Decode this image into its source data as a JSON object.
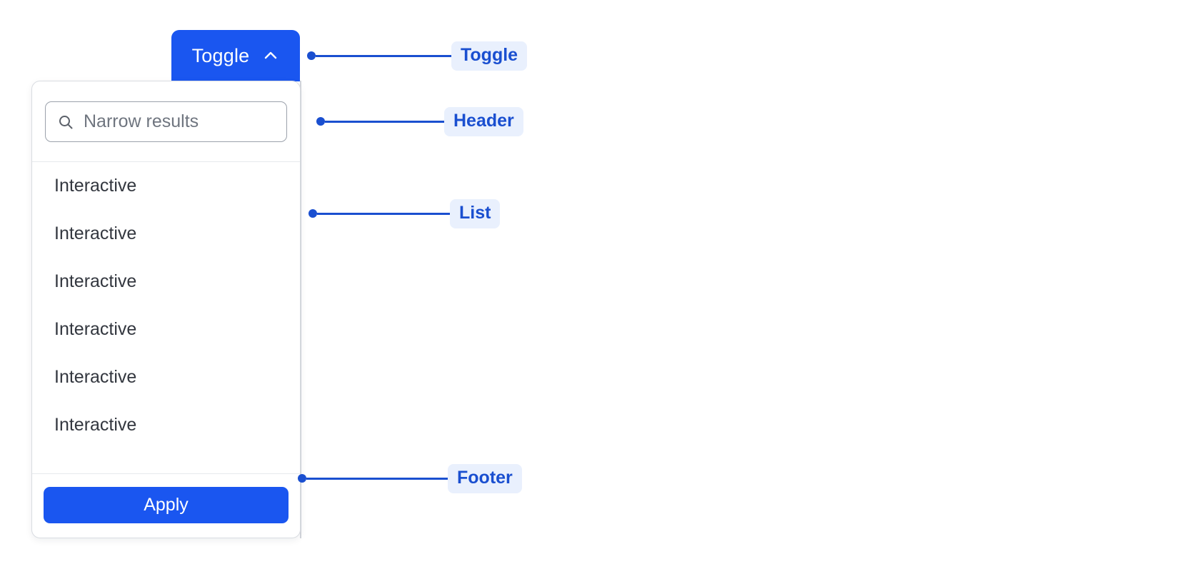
{
  "toggle": {
    "label": "Toggle",
    "icon": "chevron-up-icon",
    "background_color": "#1a56f0",
    "text_color": "#ffffff"
  },
  "panel": {
    "header": {
      "search": {
        "icon": "search-icon",
        "placeholder": "Narrow results",
        "value": ""
      }
    },
    "list": {
      "items": [
        {
          "label": "Interactive"
        },
        {
          "label": "Interactive"
        },
        {
          "label": "Interactive"
        },
        {
          "label": "Interactive"
        },
        {
          "label": "Interactive"
        },
        {
          "label": "Interactive"
        }
      ]
    },
    "footer": {
      "apply_label": "Apply",
      "apply_background_color": "#1a56f0"
    }
  },
  "annotations": {
    "badge_background_color": "#e9f0fd",
    "badge_text_color": "#1a4fd0",
    "items": [
      {
        "label": "Toggle"
      },
      {
        "label": "Header"
      },
      {
        "label": "List"
      },
      {
        "label": "Footer"
      }
    ]
  }
}
